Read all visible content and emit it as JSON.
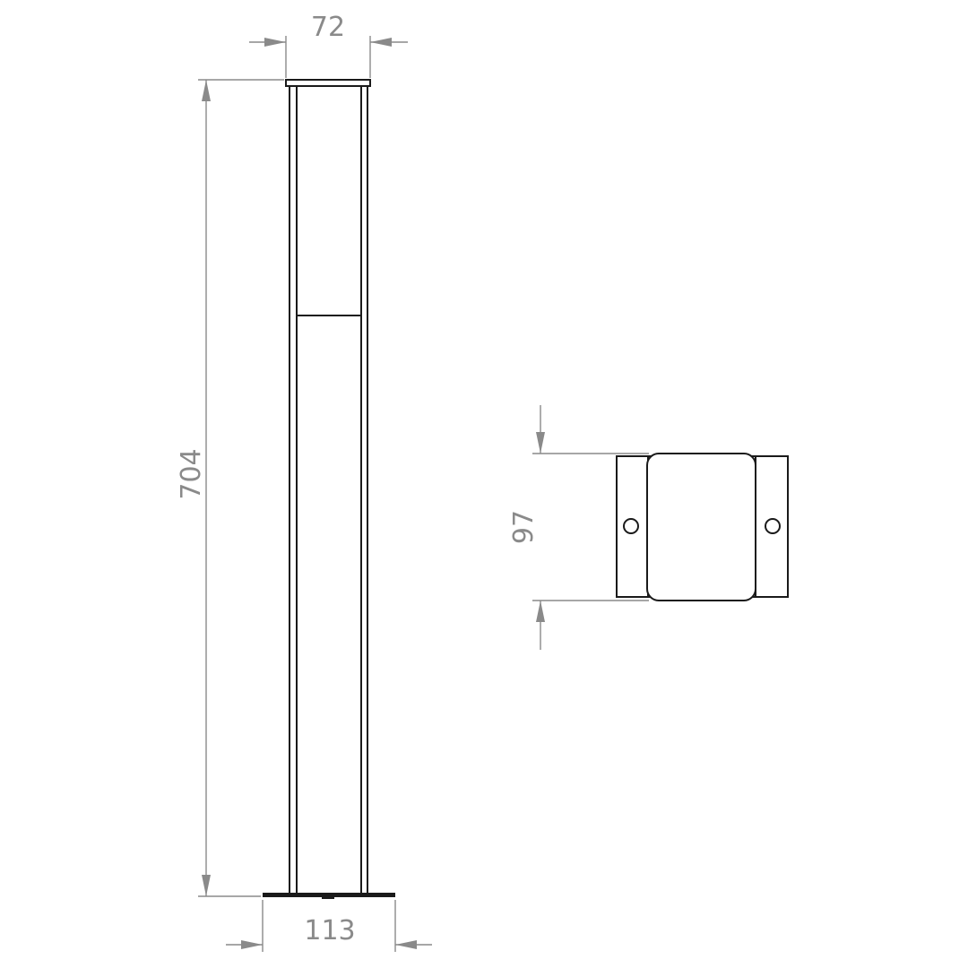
{
  "drawing": {
    "title": "",
    "front_view": {
      "width_top": "72",
      "height": "704",
      "base_width": "113"
    },
    "top_view": {
      "depth": "97"
    },
    "colors": {
      "outline": "#1a1a1a",
      "dimension": "#8a8a8a",
      "background": "#ffffff"
    }
  }
}
